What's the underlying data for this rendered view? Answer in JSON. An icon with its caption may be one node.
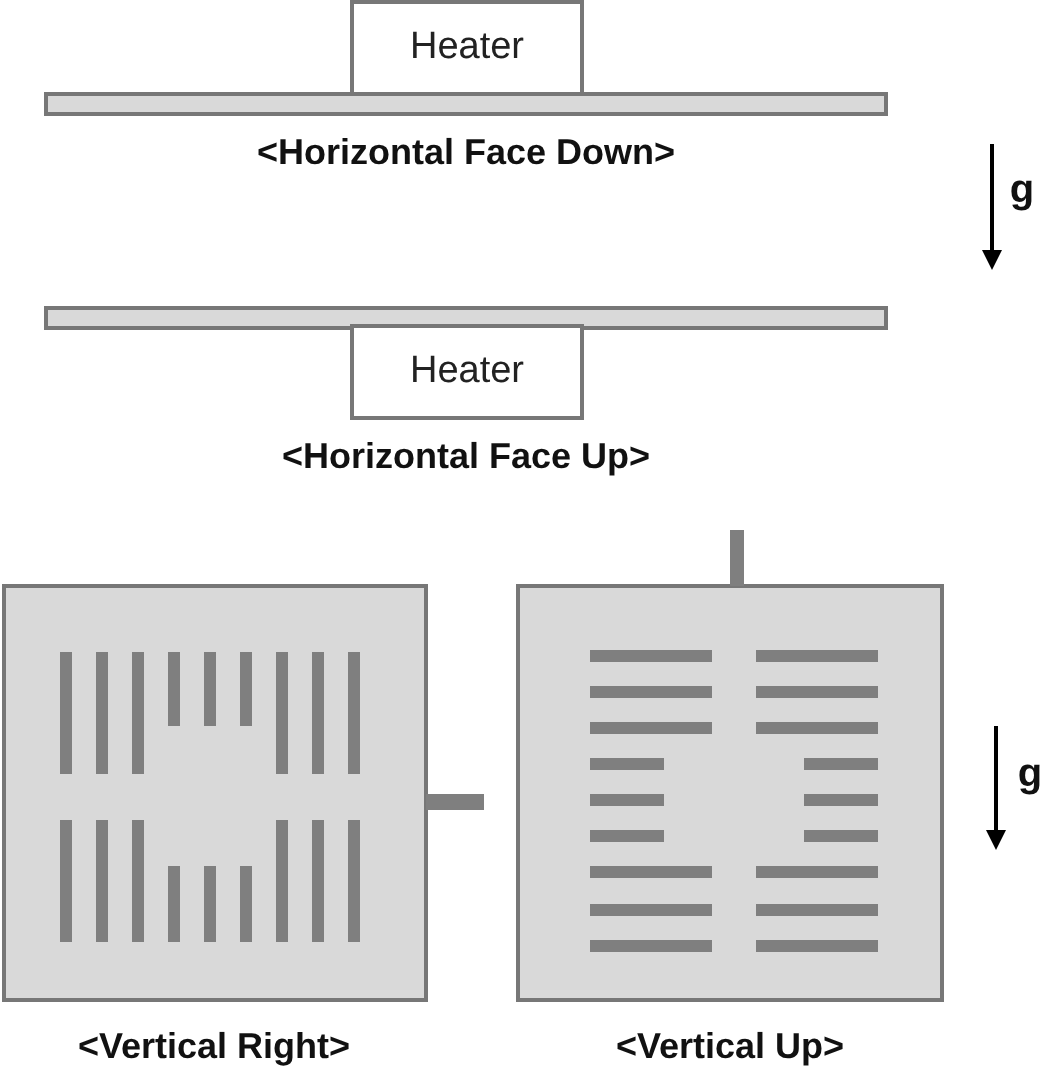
{
  "diagram": {
    "nodes": [
      {
        "text": [
          "Heater"
        ]
      },
      {
        "text": [
          "Heater"
        ]
      }
    ],
    "edges": [],
    "labels": [
      "<Horizontal Face Down>",
      "g",
      "<Horizontal Face Up>",
      "<Vertical Right>",
      "g",
      "<Vertical Up>"
    ]
  }
}
